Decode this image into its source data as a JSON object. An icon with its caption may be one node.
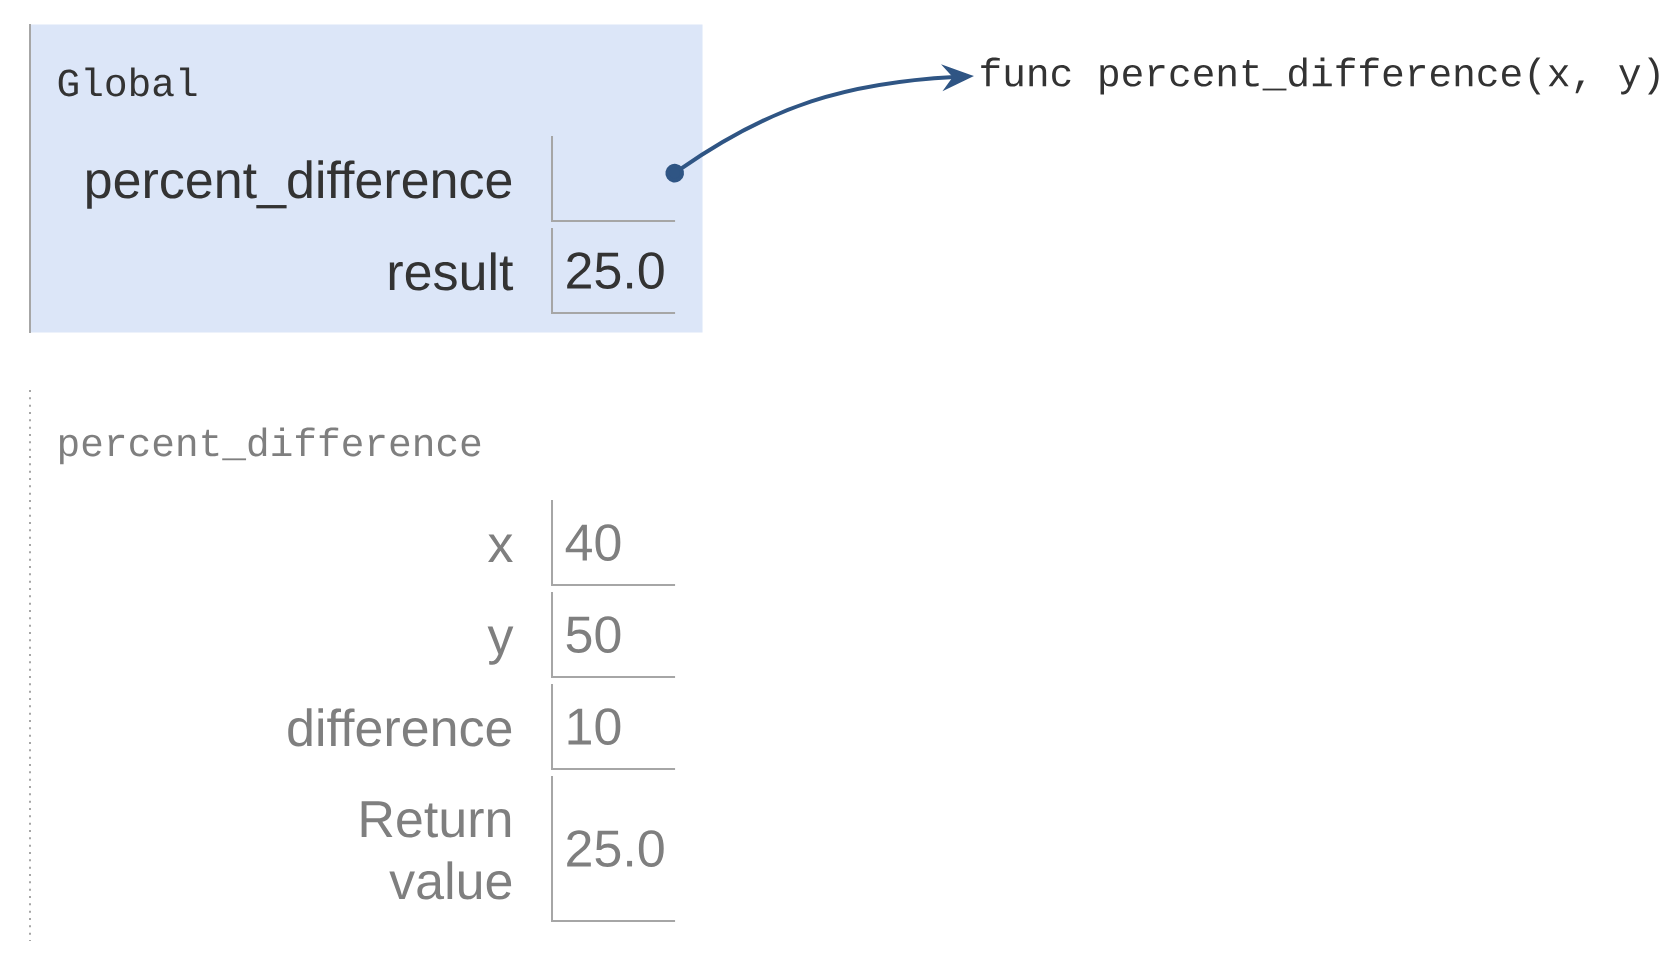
{
  "diagram": {
    "nodes": [
      {
        "text": [
          "Global"
        ]
      },
      {
        "text": [],
        "shape": "box",
        "in": 0,
        "beside": [
          "percent_difference"
        ]
      },
      {
        "text": [
          "25.0"
        ],
        "in": 0,
        "beside": [
          "result"
        ]
      },
      {
        "text": [
          "func percent_difference(x, y)"
        ]
      },
      {
        "text": [
          "percent_difference"
        ]
      },
      {
        "text": [
          "40"
        ],
        "in": 4,
        "beside": [
          "x"
        ]
      },
      {
        "text": [
          "50"
        ],
        "in": 4,
        "beside": [
          "y"
        ]
      },
      {
        "text": [
          "10"
        ],
        "in": 4,
        "beside": [
          "difference"
        ]
      },
      {
        "text": [
          "25.0"
        ],
        "in": 4,
        "beside": [
          "Return value"
        ]
      }
    ],
    "edges": [
      {
        "from": 1,
        "to": 3,
        "arrow": "to"
      }
    ]
  }
}
